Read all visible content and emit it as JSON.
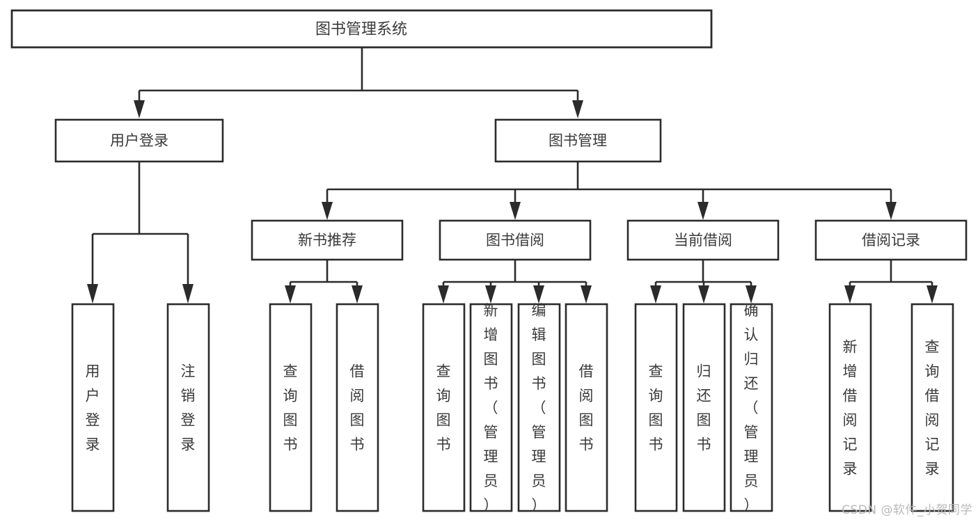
{
  "diagram": {
    "type": "tree-hierarchy-chart",
    "title": "图书管理系统",
    "watermark": "CSDN @软件_小贺同学",
    "colors": {
      "stroke": "#2b2b2b",
      "fill": "#ffffff",
      "text": "#3a3a3a",
      "watermark": "#b9b9b9",
      "background": "#ffffff"
    },
    "levels": {
      "root": {
        "label": "图书管理系统"
      },
      "level2": [
        {
          "label": "用户登录"
        },
        {
          "label": "图书管理"
        }
      ],
      "level3": [
        {
          "label": "新书推荐"
        },
        {
          "label": "图书借阅"
        },
        {
          "label": "当前借阅"
        },
        {
          "label": "借阅记录"
        }
      ]
    },
    "leaves": {
      "user_login": [
        {
          "label": "用户登录"
        },
        {
          "label": "注销登录"
        }
      ],
      "new_book_recommend": [
        {
          "label": "查询图书"
        },
        {
          "label": "借阅图书"
        }
      ],
      "book_borrow": [
        {
          "label": "查询图书"
        },
        {
          "label": "新增图书（管理员）"
        },
        {
          "label": "编辑图书（管理员）"
        },
        {
          "label": "借阅图书"
        }
      ],
      "current_borrow": [
        {
          "label": "查询图书"
        },
        {
          "label": "归还图书"
        },
        {
          "label": "确认归还（管理员）"
        }
      ],
      "borrow_record": [
        {
          "label": "新增借阅记录"
        },
        {
          "label": "查询借阅记录"
        }
      ]
    }
  }
}
